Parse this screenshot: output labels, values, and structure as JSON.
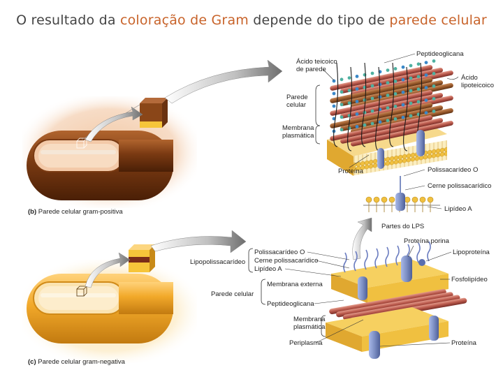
{
  "title": {
    "part1": "O resultado da ",
    "part2": "coloração de Gram",
    "part3": " depende do tipo de ",
    "part4": "parede celular"
  },
  "gram_positive": {
    "caption_letter": "(b)",
    "caption_text": "Parede celular gram-positiva",
    "labels": {
      "peptidoglycan": "Peptideoglicana",
      "teichoic_1": "Ácido teicoico",
      "teichoic_2": "de parede",
      "lipoteichoic_1": "Ácido",
      "lipoteichoic_2": "lipoteicoico",
      "wall_1": "Parede",
      "wall_2": "celular",
      "membrane_1": "Membrana",
      "membrane_2": "plasmática",
      "protein": "Proteína"
    }
  },
  "lps": {
    "o_polysaccharide": "Polissacarídeo O",
    "core_polysaccharide": "Cerne polissacarídico",
    "lipid_a": "Lipídeo A",
    "parts": "Partes do LPS"
  },
  "gram_negative": {
    "caption_letter": "(c)",
    "caption_text": "Parede celular gram-negativa",
    "labels": {
      "porin": "Proteína porina",
      "o_polysaccharide": "Polissacarídeo O",
      "core_polysaccharide": "Cerne polissacarídico",
      "lipid_a": "Lipídeo A",
      "lipopolysaccharide": "Lipopolissacarídeo",
      "lipoprotein": "Lipoproteína",
      "outer_membrane": "Membrana externa",
      "phospholipid": "Fosfolipídeo",
      "cell_wall": "Parede celular",
      "peptidoglycan": "Peptideoglicana",
      "membrane_1": "Membrana",
      "membrane_2": "plasmática",
      "periplasm": "Periplasma",
      "protein": "Proteína"
    }
  },
  "colors": {
    "title_highlight": "#c8632a",
    "gram_positive_cell": "#7a3a12",
    "gram_negative_cell": "#f2a92a",
    "peptidoglycan": "#b8574a",
    "membrane_head": "#f0c040",
    "protein": "#7d8fc4"
  }
}
